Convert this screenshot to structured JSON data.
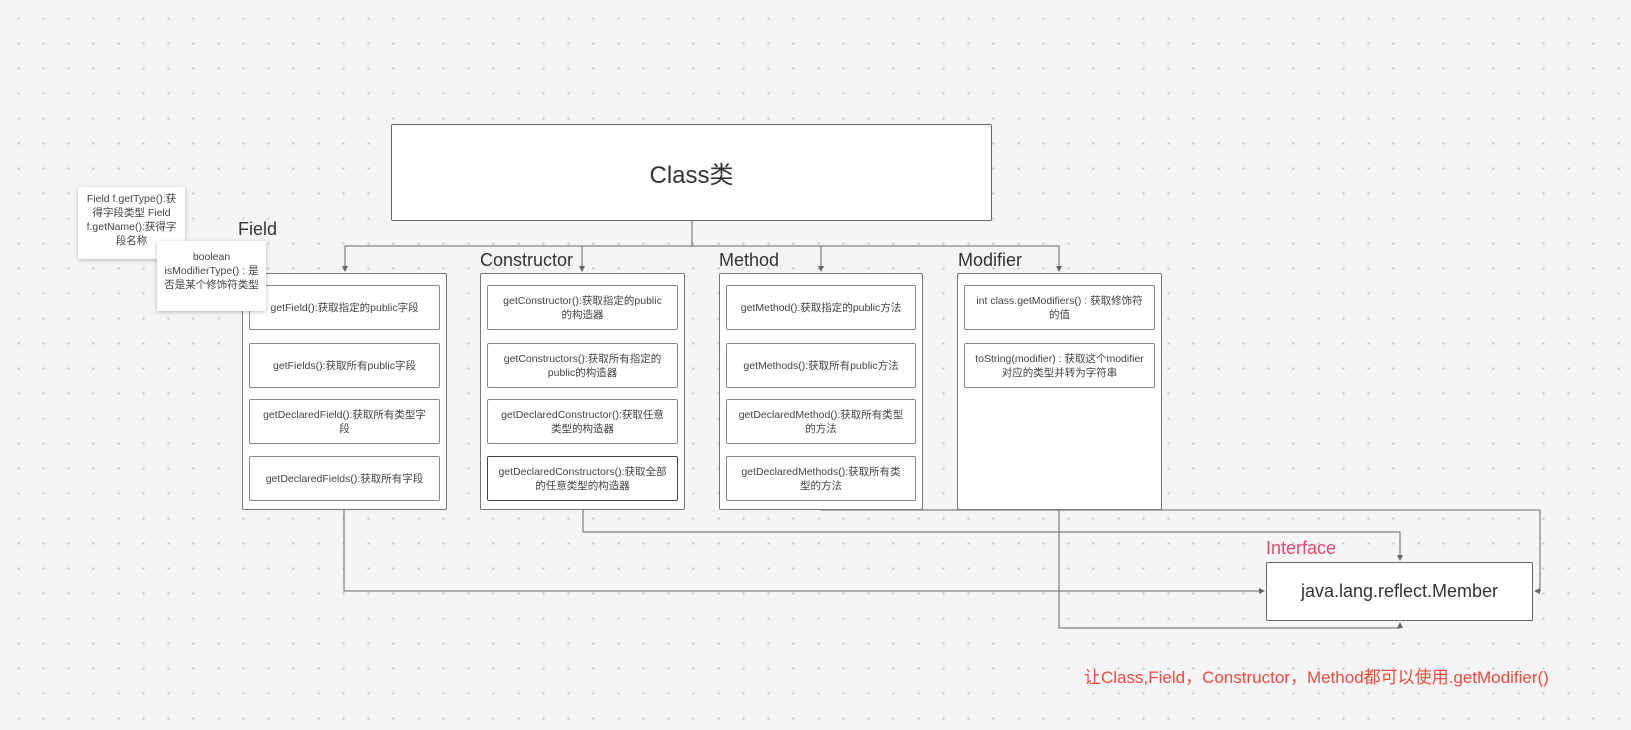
{
  "class_box": {
    "label": "Class类"
  },
  "headings": {
    "field": "Field",
    "constructor": "Constructor",
    "method": "Method",
    "modifier": "Modifier"
  },
  "field_items": [
    "getField():获取指定的public字段",
    "getFields():获取所有public字段",
    "getDeclaredField():获取所有类型字段",
    "getDeclaredFields():获取所有字段"
  ],
  "constructor_items": [
    "getConstructor():获取指定的public的构造器",
    "getConstructors():获取所有指定的public的构造器",
    "getDeclaredConstructor():获取任意类型的构造器",
    "getDeclaredConstructors():获取全部的任意类型的构造器"
  ],
  "method_items": [
    "getMethod():获取指定的public方法",
    "getMethods():获取所有public方法",
    "getDeclaredMethod():获取所有类型的方法",
    "getDeclaredMethods():获取所有类型的方法"
  ],
  "modifier_items": [
    "int class.getModifiers() : 获取修饰符的值",
    "toString(modifier) : 获取这个modifier对应的类型并转为字符串"
  ],
  "notes": {
    "field_note": "Field f.getType():获得字段类型 Field f.getName():获得字段名称",
    "modifier_note": "boolean isModifierType() : 是否是某个修饰符类型"
  },
  "interface": {
    "label": "Interface",
    "member": "java.lang.reflect.Member"
  },
  "footer_text": "让Class,Field，Constructor，Method都可以使用.getModifier()",
  "colors": {
    "interface_label": "#e8466b",
    "footer_text": "#f04a3e",
    "line": "#666666"
  }
}
